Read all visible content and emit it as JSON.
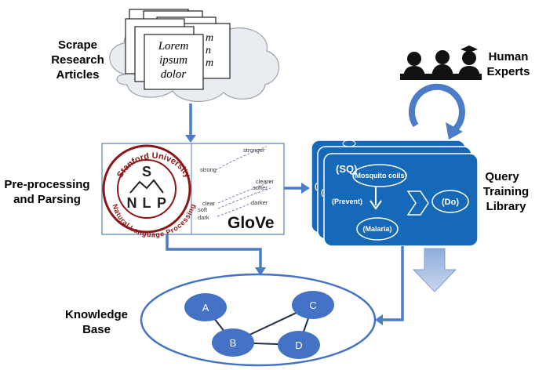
{
  "labels": {
    "scrape": [
      "Scrape",
      "Research",
      "Articles"
    ],
    "preprocess": [
      "Pre-processing",
      "and Parsing"
    ],
    "knowledge": [
      "Knowledge",
      "Base"
    ],
    "experts": [
      "Human",
      "Experts"
    ],
    "query": [
      "Query",
      "Training",
      "Library"
    ]
  },
  "doc_text": [
    "Lorem",
    "ipsum",
    "dolor"
  ],
  "doc_back_fragments": [
    "m",
    "n",
    "m"
  ],
  "stanford_logo": {
    "top_arc": "Stanford University",
    "bottom_arc": "Natural Language Processing",
    "letters": [
      "S",
      "N",
      "L",
      "P"
    ]
  },
  "glove": {
    "title": "GloVe",
    "words": [
      "stronger",
      "strong",
      "clearer",
      "softer",
      "clear",
      "darker",
      "soft",
      "dark"
    ]
  },
  "query_card": {
    "sq": "(SQ)",
    "mosquito": "(Mosquito coils)",
    "prevent": "(Prevent)",
    "do": "(Do)",
    "malaria": "(Malaria)",
    "back_fragments": [
      "(",
      "("
    ]
  },
  "kb_nodes": [
    "A",
    "B",
    "C",
    "D"
  ],
  "colors": {
    "flow_blue": "#4a7cc7",
    "card_blue": "#1668b8",
    "node_blue": "#4472c4",
    "cloud_fill": "#e9edf2",
    "stanford_red": "#8c1515"
  }
}
